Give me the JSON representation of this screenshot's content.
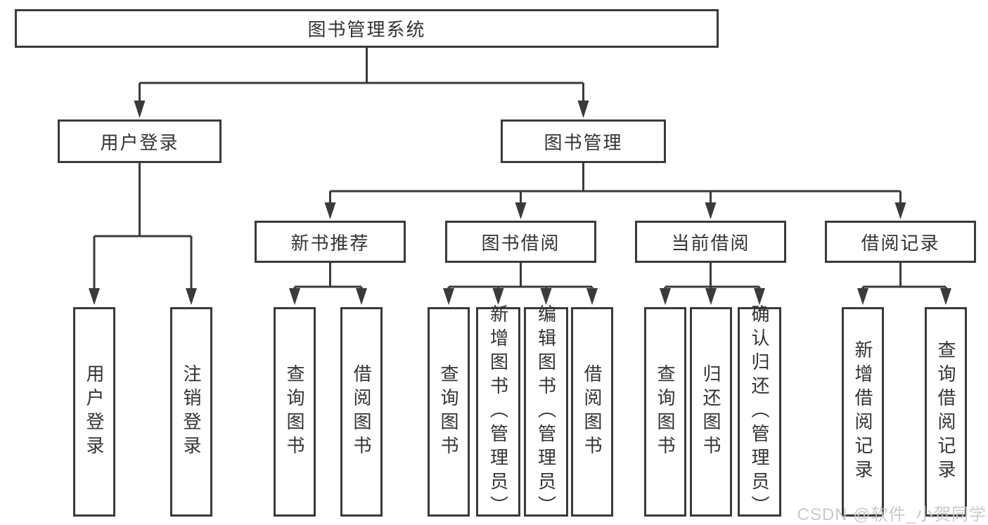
{
  "tree": {
    "root": "图书管理系统",
    "children": [
      {
        "label": "用户登录",
        "leaves": [
          "用户登录",
          "注销登录"
        ]
      },
      {
        "label": "图书管理",
        "children": [
          {
            "label": "新书推荐",
            "leaves": [
              "查询图书",
              "借阅图书"
            ]
          },
          {
            "label": "图书借阅",
            "leaves": [
              "查询图书",
              "新增图书（管理员）",
              "编辑图书（管理员）",
              "借阅图书"
            ]
          },
          {
            "label": "当前借阅",
            "leaves": [
              "查询图书",
              "归还图书",
              "确认归还（管理员）"
            ]
          },
          {
            "label": "借阅记录",
            "leaves": [
              "新增借阅记录",
              "查询借阅记录"
            ]
          }
        ]
      }
    ]
  },
  "watermark": {
    "text": "CSDN @软件_小贺同学"
  },
  "colors": {
    "line": "#3a3a3a",
    "text": "#333333",
    "background": "#ffffff",
    "watermark": "#c9c9c9"
  }
}
